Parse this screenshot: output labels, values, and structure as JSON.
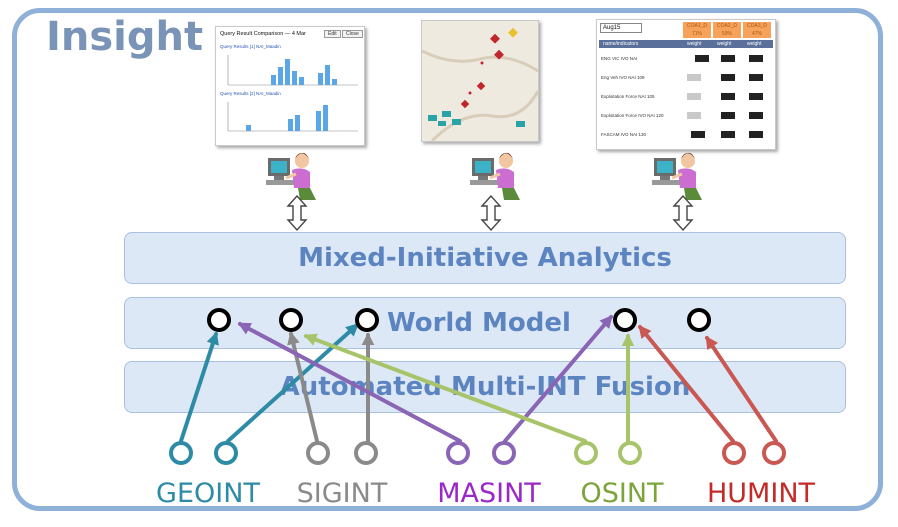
{
  "title": "Insight",
  "layers": {
    "analytics": "Mixed-Initiative Analytics",
    "world_model": "World Model",
    "fusion": "Automated Multi-INT Fusion"
  },
  "sources": [
    {
      "name": "GEOINT",
      "color": "#2e8ba6"
    },
    {
      "name": "SIGINT",
      "color": "#8a8a8a"
    },
    {
      "name": "MASINT",
      "color": "#9a27c7"
    },
    {
      "name": "OSINT",
      "color": "#7da43a"
    },
    {
      "name": "HUMINT",
      "color": "#c42b28"
    }
  ],
  "arrow_colors": {
    "geoint": "#2e8ba6",
    "sigint": "#8a8a8a",
    "masint": "#8a64b5",
    "osint": "#a8c46a",
    "humint": "#c95752"
  },
  "thumbnails": {
    "query": {
      "title": "Query Result Comparison — 4 Mar",
      "buttons": [
        "Edit",
        "Close"
      ],
      "link1": "Query Results [1] NAI_Maadin",
      "link2": "Query Results [2] NAI_Maadin"
    },
    "table": {
      "date": "Aug15",
      "columns": [
        "COA1_D 71%",
        "COA2_D 59%",
        "COA3_D 47%"
      ],
      "header": [
        "name/indicators",
        "weight",
        "weight",
        "weight"
      ],
      "rows": [
        "ENG VIC IVO NAI",
        "Eng Veh IVO NAI 109",
        "Exploitation Force NAI 105",
        "Exploitation Force IVO NAI 120",
        "FASCAM IVO NAI 130"
      ]
    }
  }
}
